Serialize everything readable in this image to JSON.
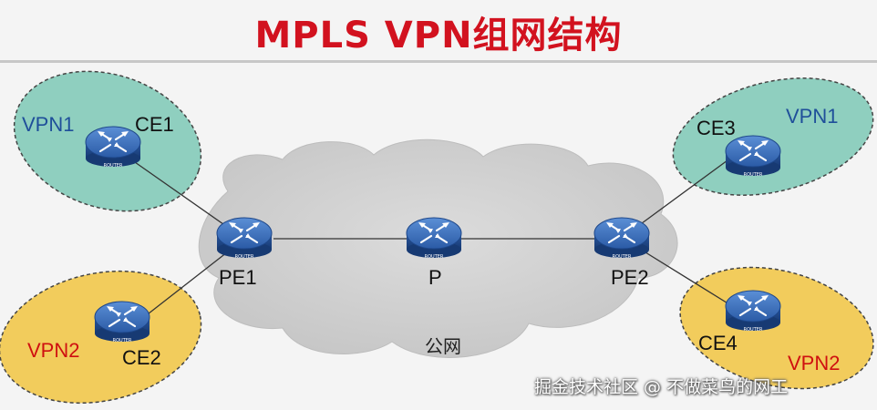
{
  "title": "MPLS VPN组网结构",
  "cloud": {
    "label": "公网"
  },
  "sites": [
    {
      "id": "vpn1-left",
      "vpn": "VPN1",
      "color": "#8fcfbf"
    },
    {
      "id": "vpn2-left",
      "vpn": "VPN2",
      "color": "#f2cc5c"
    },
    {
      "id": "vpn1-right",
      "vpn": "VPN1",
      "color": "#8fcfbf"
    },
    {
      "id": "vpn2-right",
      "vpn": "VPN2",
      "color": "#f2cc5c"
    }
  ],
  "routers": [
    {
      "id": "ce1",
      "label": "CE1",
      "badge": "ROUTER"
    },
    {
      "id": "ce2",
      "label": "CE2",
      "badge": "ROUTER"
    },
    {
      "id": "pe1",
      "label": "PE1",
      "badge": "ROUTER"
    },
    {
      "id": "p",
      "label": "P",
      "badge": "ROUTER"
    },
    {
      "id": "pe2",
      "label": "PE2",
      "badge": "ROUTER"
    },
    {
      "id": "ce3",
      "label": "CE3",
      "badge": "ROUTER"
    },
    {
      "id": "ce4",
      "label": "CE4",
      "badge": "ROUTER"
    }
  ],
  "links": [
    [
      "ce1",
      "pe1"
    ],
    [
      "ce2",
      "pe1"
    ],
    [
      "pe1",
      "p"
    ],
    [
      "p",
      "pe2"
    ],
    [
      "pe2",
      "ce3"
    ],
    [
      "pe2",
      "ce4"
    ]
  ],
  "colors": {
    "title": "#d2121f",
    "cloud": "#cfcfcf",
    "router_body": "#2d5ea8",
    "vpn_blue_text": "#1f4f9a",
    "vpn_red_text": "#cf1010"
  },
  "watermark": "掘金技术社区 @ 不做菜鸟的网工"
}
